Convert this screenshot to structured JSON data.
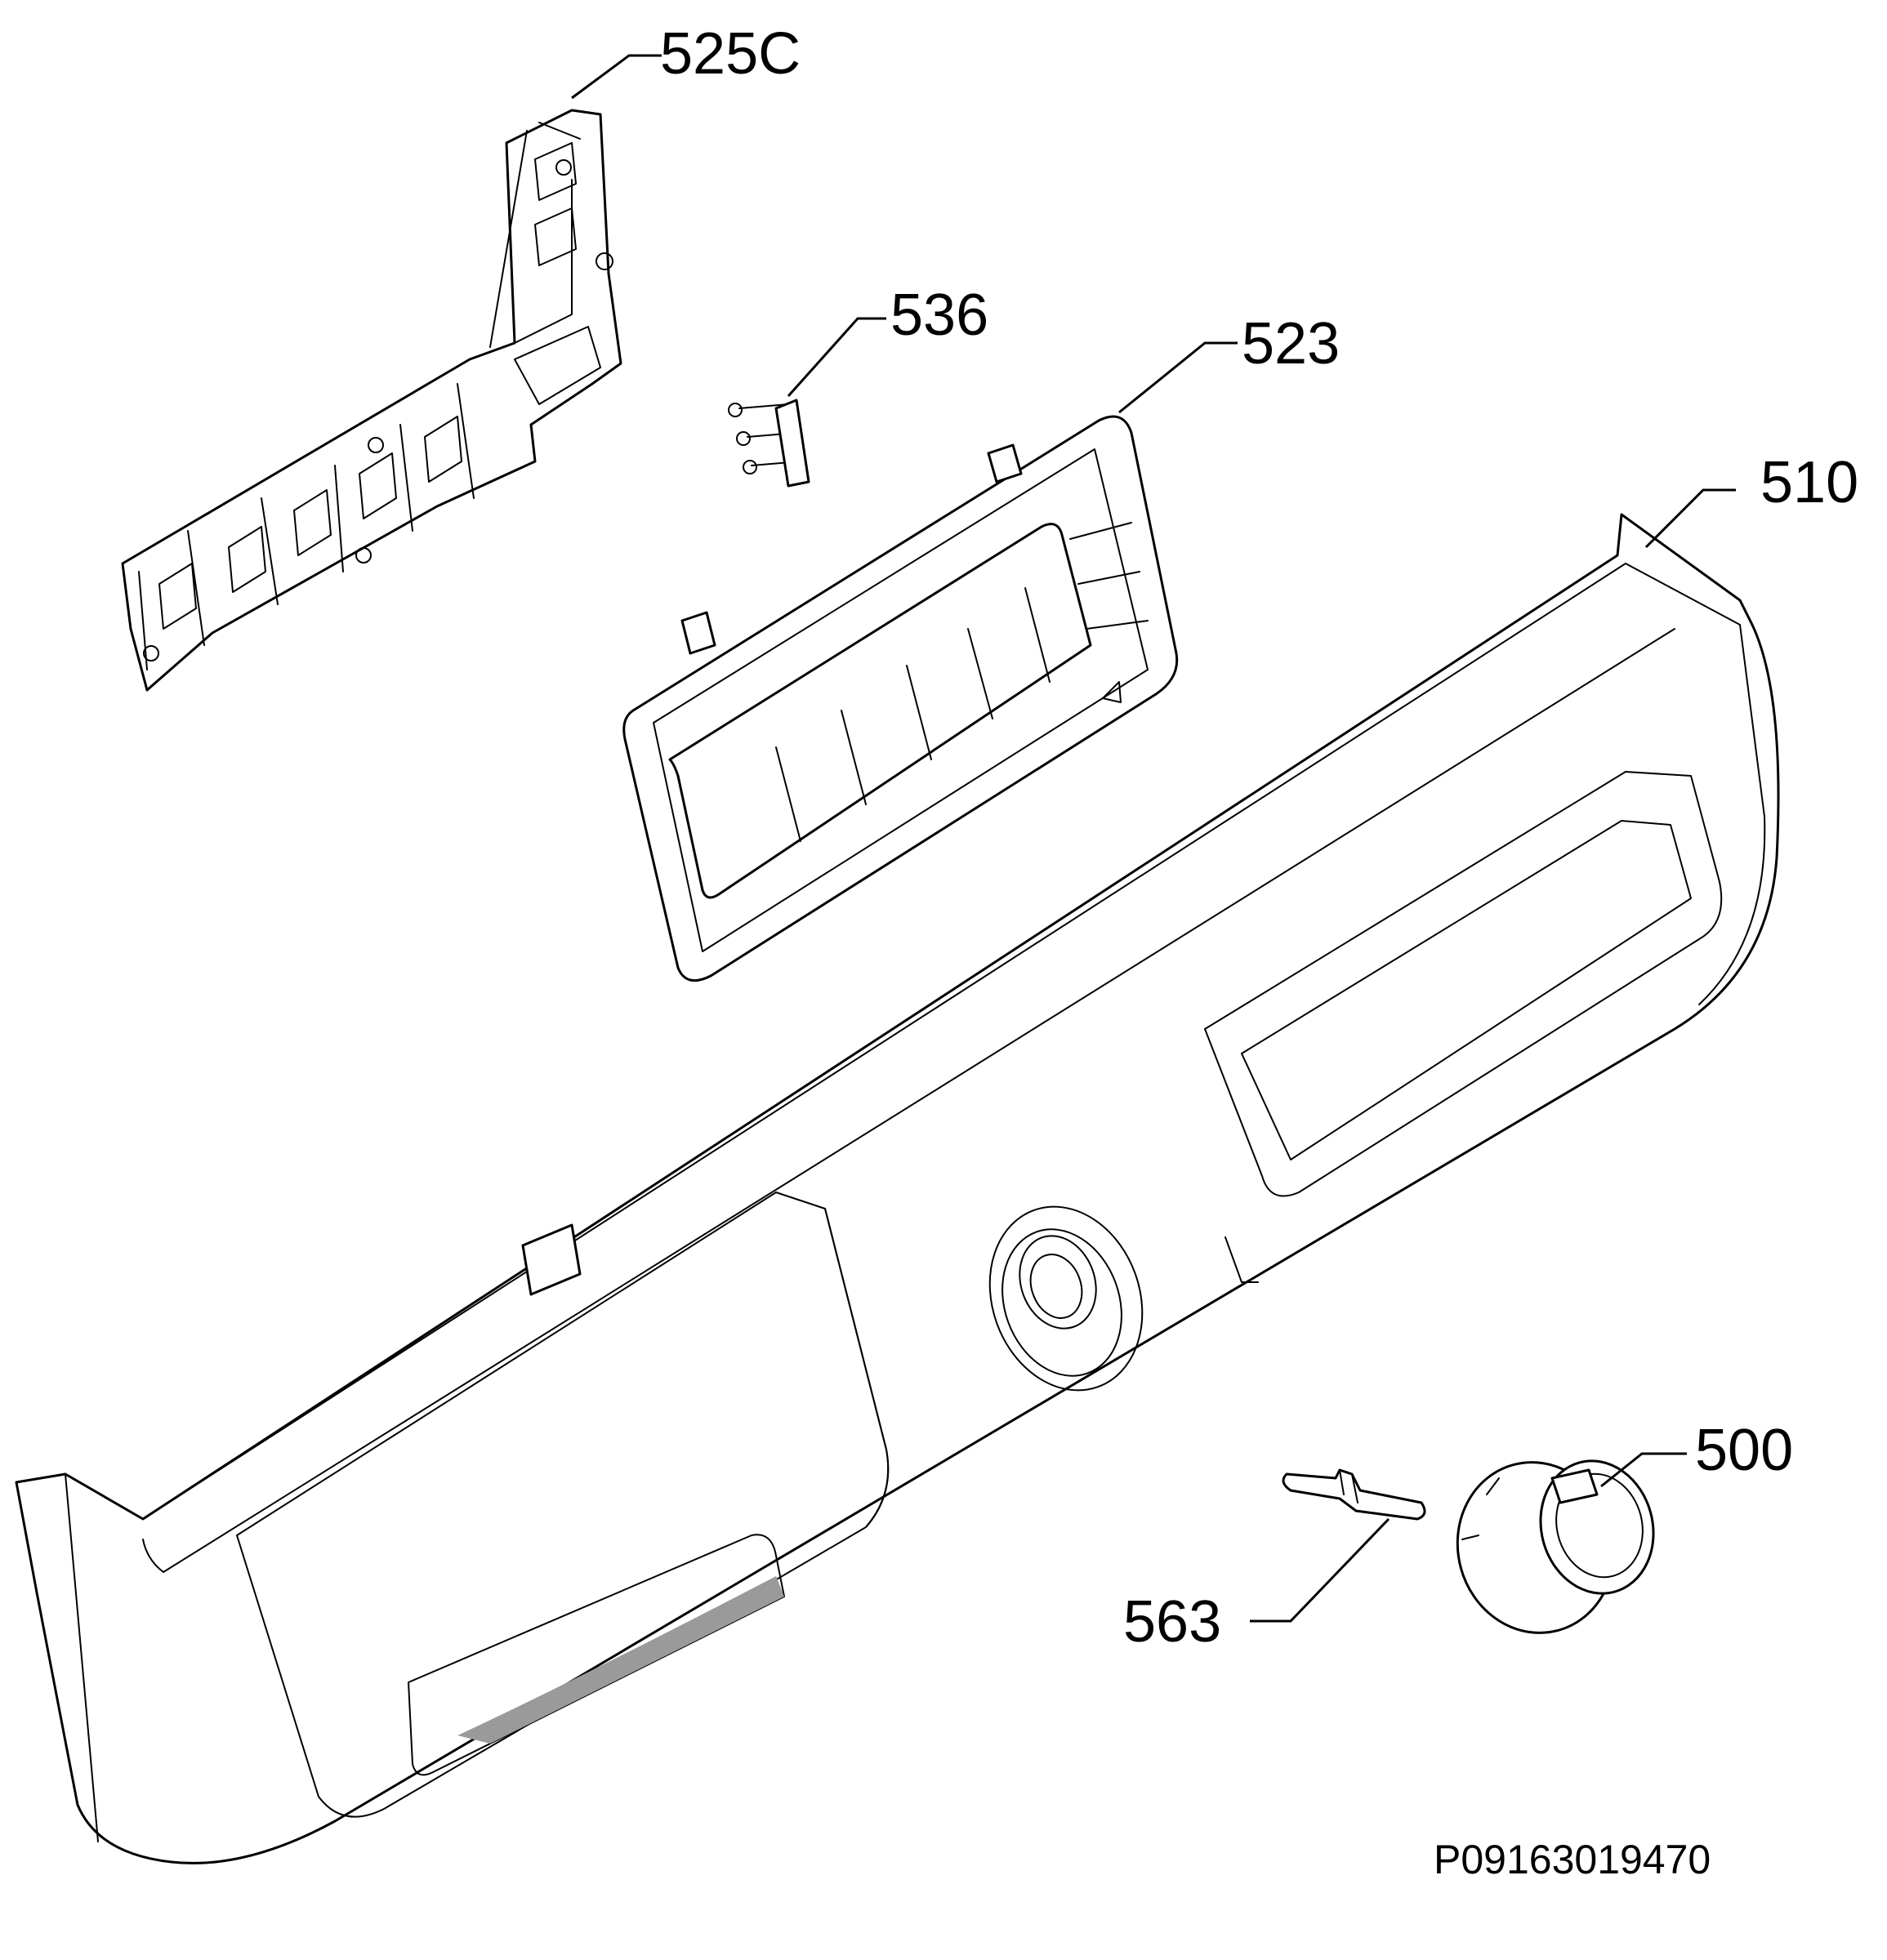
{
  "callouts": {
    "part_525c": "525C",
    "part_536": "536",
    "part_523": "523",
    "part_510": "510",
    "part_500": "500",
    "part_563": "563"
  },
  "drawing_code": "P09163019470"
}
